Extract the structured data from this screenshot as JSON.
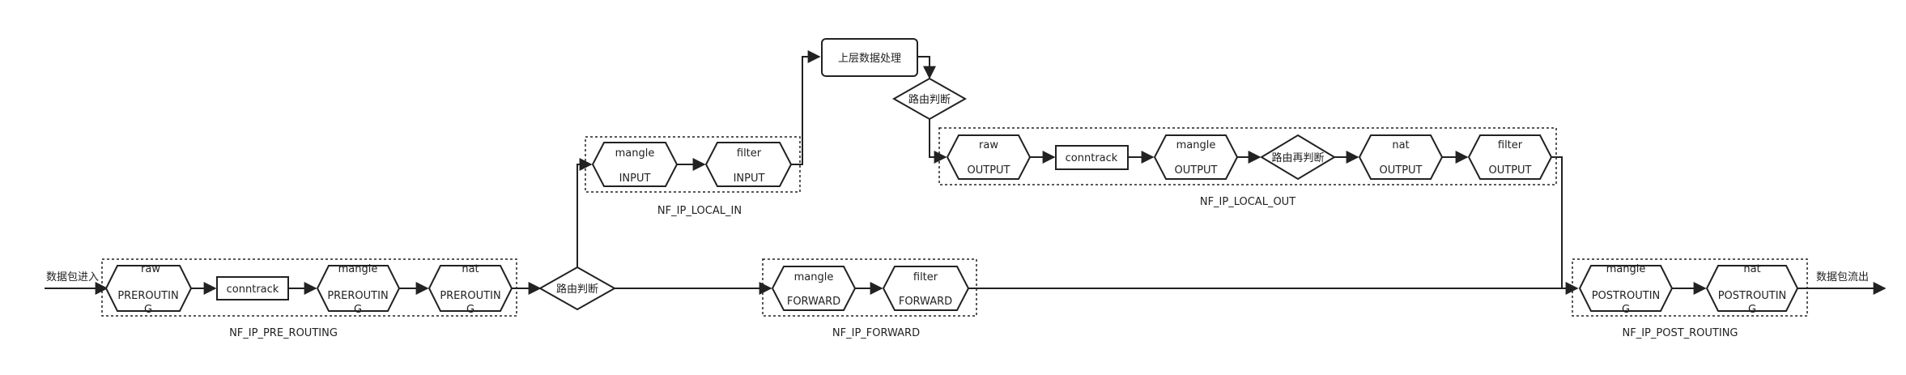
{
  "diagram": {
    "labels": {
      "input_in": "数据包进入",
      "output_out": "数据包流出",
      "pre_raw_t": "raw",
      "pre_raw_b": "PREROUTIN",
      "pre_raw_b2": "G",
      "pre_conntrack": "conntrack",
      "pre_mangle_t": "mangle",
      "pre_mangle_b": "PREROUTIN",
      "pre_mangle_b2": "G",
      "pre_nat_t": "nat",
      "pre_nat_b": "PREROUTIN",
      "pre_nat_b2": "G",
      "group_pre": "NF_IP_PRE_ROUTING",
      "route1": "路由判断",
      "in_mangle_t": "mangle",
      "in_mangle_b": "INPUT",
      "in_filter_t": "filter",
      "in_filter_b": "INPUT",
      "group_in": "NF_IP_LOCAL_IN",
      "upper": "上层数据处理",
      "route2": "路由判断",
      "out_raw_t": "raw",
      "out_raw_b": "OUTPUT",
      "out_conntrack": "conntrack",
      "out_mangle_t": "mangle",
      "out_mangle_b": "OUTPUT",
      "reroute": "路由再判断",
      "out_nat_t": "nat",
      "out_nat_b": "OUTPUT",
      "out_filter_t": "filter",
      "out_filter_b": "OUTPUT",
      "group_out": "NF_IP_LOCAL_OUT",
      "fwd_mangle_t": "mangle",
      "fwd_mangle_b": "FORWARD",
      "fwd_filter_t": "filter",
      "fwd_filter_b": "FORWARD",
      "group_fwd": "NF_IP_FORWARD",
      "post_mangle_t": "mangle",
      "post_mangle_b": "POSTROUTIN",
      "post_mangle_b2": "G",
      "post_nat_t": "nat",
      "post_nat_b": "POSTROUTIN",
      "post_nat_b2": "G",
      "group_post": "NF_IP_POST_ROUTING"
    }
  }
}
